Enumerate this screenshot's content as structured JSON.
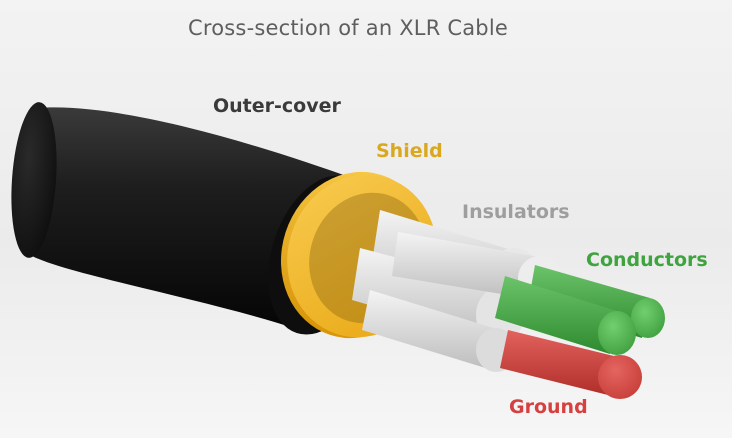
{
  "title": "Cross-section of an XLR Cable",
  "labels": {
    "outer_cover": "Outer-cover",
    "shield": "Shield",
    "insulators": "Insulators",
    "conductors": "Conductors",
    "ground": "Ground"
  },
  "colors": {
    "outer_cover": "#1b1b1b",
    "shield": "#f4bb2c",
    "insulator": "#e2e2e2",
    "conductor": "#43ad43",
    "ground": "#d84742",
    "label_outer_cover": "#3a3a3a",
    "label_shield": "#d9a81e",
    "label_insulators": "#9e9e9e",
    "label_conductors": "#3fa33f",
    "label_ground": "#d64040"
  }
}
